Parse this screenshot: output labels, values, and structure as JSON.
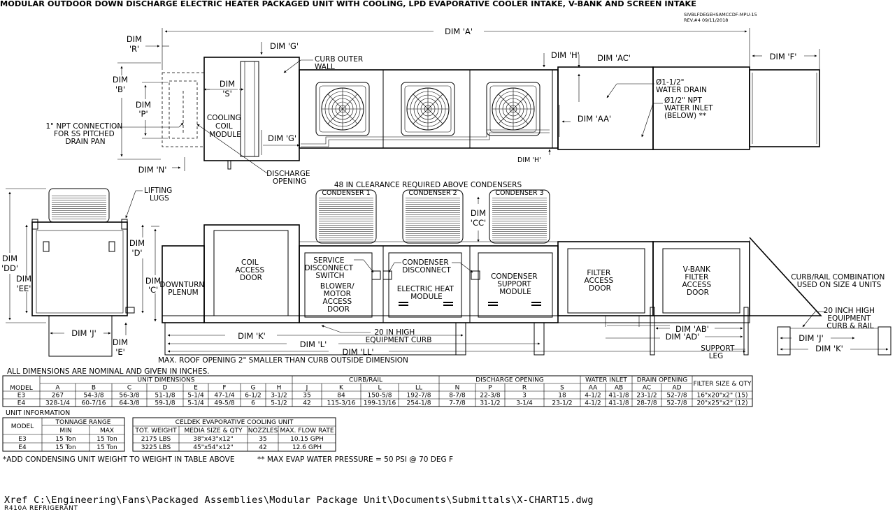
{
  "title": "MODULAR OUTDOOR DOWN DISCHARGE ELECTRIC HEATER PACKAGED UNIT WITH COOLING, LPD EVAPORATIVE COOLER INTAKE, V-BANK AND SCREEN INTAKE",
  "doc_ref": {
    "number": "SIVBLFDEGEHSAMCCDF-MPU-15",
    "rev": "REV.#4   09/11/2018"
  },
  "top_view": {
    "dims": {
      "a": "DIM 'A'",
      "f": "DIM 'F'",
      "r": "DIM 'R'",
      "b": "DIM 'B'",
      "p": "DIM 'P'",
      "n": "DIM 'N'",
      "g1": "DIM 'G'",
      "g2": "DIM 'G'",
      "s": "DIM 'S'",
      "h1": "DIM 'H'",
      "h2": "DIM 'H'",
      "ac": "DIM 'AC'",
      "aa": "DIM 'AA'"
    },
    "labels": {
      "curb_outer_wall": "CURB OUTER WALL",
      "cooling_coil_module": "COOLING COIL MODULE",
      "npt_connection": "1\" NPT CONNECTION FOR SS PITCHED DRAIN PAN",
      "discharge_opening": "DISCHARGE OPENING",
      "water_drain": "Ø1-1/2\" WATER DRAIN",
      "water_inlet": "Ø1/2\" NPT WATER INLET (BELOW) **"
    }
  },
  "side_view": {
    "clearance_note": "48 IN CLEARANCE REQUIRED ABOVE CONDENSERS",
    "condensers": [
      "CONDENSER 1",
      "CONDENSER 2",
      "CONDENSER 3"
    ],
    "dims": {
      "cc": "DIM 'CC'",
      "dd": "DIM 'DD'",
      "ee": "DIM 'EE'",
      "d": "DIM 'D'",
      "c": "DIM 'C'",
      "j": "DIM 'J'",
      "e": "DIM 'E'",
      "k": "DIM 'K'",
      "l": "DIM 'L'",
      "ll": "DIM 'LL'",
      "ab": "DIM 'AB'",
      "ad": "DIM 'AD'",
      "j2": "DIM 'J'",
      "k2": "DIM 'K'"
    },
    "labels": {
      "lifting_lugs": "LIFTING LUGS",
      "downturn_plenum": "DOWNTURN PLENUM",
      "coil_access_door": "COIL ACCESS DOOR",
      "service_disconnect": "SERVICE DISCONNECT SWITCH",
      "blower_motor": "BLOWER/ MOTOR ACCESS DOOR",
      "condenser_disconnect": "CONDENSER DISCONNECT",
      "electric_heat": "ELECTRIC HEAT MODULE",
      "condenser_support": "CONDENSER SUPPORT MODULE",
      "filter_access": "FILTER ACCESS DOOR",
      "vbank_filter": "V-BANK FILTER ACCESS DOOR",
      "curb_rail_combo": "CURB/RAIL COMBINATION USED ON SIZE 4 UNITS",
      "curb_rail_20": "20 INCH HIGH EQUIPMENT CURB & RAIL",
      "curb_20": "20 IN HIGH EQUIPMENT CURB",
      "support_leg": "SUPPORT LEG",
      "roof_note": "MAX. ROOF OPENING 2\" SMALLER THAN CURB OUTSIDE DIMENSION"
    }
  },
  "dims_table": {
    "note": "ALL DIMENSIONS ARE NOMINAL AND GIVEN IN INCHES.",
    "groups": [
      "UNIT DIMENSIONS",
      "CURB/RAIL",
      "DISCHARGE OPENING",
      "WATER INLET",
      "DRAIN OPENING",
      "FILTER SIZE & QTY"
    ],
    "columns": [
      "MODEL",
      "A",
      "B",
      "C",
      "D",
      "E",
      "F",
      "G",
      "H",
      "J",
      "K",
      "L",
      "LL",
      "N",
      "P",
      "R",
      "S",
      "AA",
      "AB",
      "AC",
      "AD"
    ],
    "rows": [
      [
        "E3",
        "267",
        "54-3/8",
        "56-3/8",
        "51-1/8",
        "5-1/4",
        "47-1/4",
        "6-1/2",
        "3-1/2",
        "35",
        "84",
        "150-5/8",
        "192-7/8",
        "8-7/8",
        "22-3/8",
        "3",
        "18",
        "4-1/2",
        "41-1/8",
        "23-1/2",
        "52-7/8",
        "16\"x20\"x2\" (15)"
      ],
      [
        "E4",
        "328-1/4",
        "60-7/16",
        "64-3/8",
        "59-1/8",
        "5-1/4",
        "49-5/8",
        "6",
        "5-1/2",
        "42",
        "115-3/16",
        "199-13/16",
        "254-1/8",
        "7-7/8",
        "31-1/2",
        "3-1/4",
        "23-1/2",
        "4-1/2",
        "41-1/8",
        "28-7/8",
        "52-7/8",
        "20\"x25\"x2\" (12)"
      ]
    ]
  },
  "unit_info": {
    "heading": "UNIT INFORMATION",
    "tonnage": {
      "model_header": "MODEL",
      "group": "TONNAGE RANGE",
      "min": "MIN",
      "max": "MAX",
      "rows": [
        [
          "E3",
          "15 Ton",
          "15 Ton"
        ],
        [
          "E4",
          "15 Ton",
          "15 Ton"
        ]
      ]
    },
    "celdek": {
      "group": "CELDEK EVAPORATIVE COOLING UNIT",
      "columns": [
        "TOT. WEIGHT",
        "MEDIA SIZE & QTY",
        "NOZZLES",
        "MAX. FLOW RATE"
      ],
      "rows": [
        [
          "2175 LBS",
          "38\"x43\"x12\"",
          "35",
          "10.15 GPH"
        ],
        [
          "3225 LBS",
          "45\"x54\"x12\"",
          "42",
          "12.6 GPH"
        ]
      ]
    }
  },
  "footnotes": {
    "weight": "*ADD CONDENSING UNIT WEIGHT TO WEIGHT IN TABLE ABOVE",
    "pressure": "** MAX EVAP WATER PRESSURE = 50 PSI @ 70 DEG F"
  },
  "xref": "Xref C:\\Engineering\\Fans\\Packaged Assemblies\\Modular Package Unit\\Documents\\Submittals\\X-CHART15.dwg",
  "refrigerant": "R410A REFRIGERANT"
}
